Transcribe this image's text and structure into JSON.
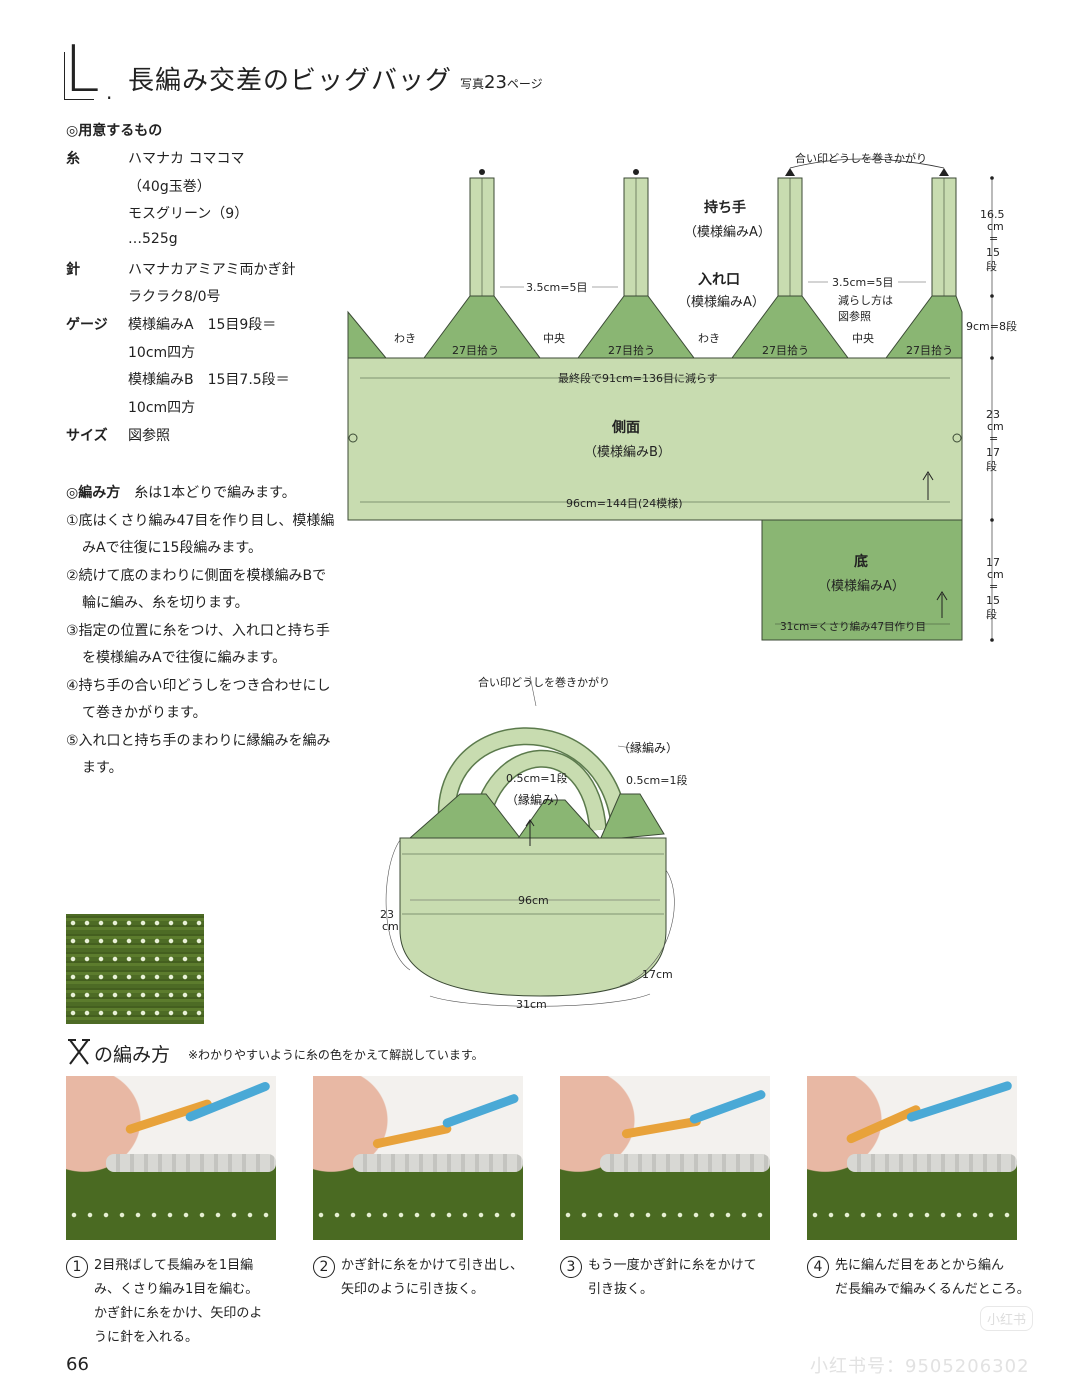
{
  "header": {
    "letter": "L",
    "dot": ".",
    "title": "長編み交差のビッグバッグ",
    "photo_prefix": "写真",
    "photo_page": "23",
    "photo_suffix": "ページ"
  },
  "materials": {
    "heading": "◎用意するもの",
    "items": [
      {
        "label": "糸",
        "lines": [
          "ハマナカ コマコマ",
          "（40g玉巻）",
          "モスグリーン（9）",
          "…525g"
        ]
      },
      {
        "label": "針",
        "lines": [
          "ハマナカアミアミ両かぎ針",
          "ラクラク8/0号"
        ]
      },
      {
        "label": "ゲージ",
        "lines": [
          "模様編みA　15目9段＝",
          "10cm四方",
          "模様編みB　15目7.5段＝",
          "10cm四方"
        ]
      },
      {
        "label": "サイズ",
        "lines": [
          "図参照"
        ]
      }
    ]
  },
  "method": {
    "heading": "◎編み方",
    "note": "糸は1本どりで編みます。",
    "steps": [
      "①底はくさり編み47目を作り目し、模様編みAで往復に15段編みます。",
      "②続けて底のまわりに側面を模様編みBで輪に編み、糸を切ります。",
      "③指定の位置に糸をつけ、入れ口と持ち手を模様編みAで往復に編みます。",
      "④持ち手の合い印どうしをつき合わせにして巻きかがります。",
      "⑤入れ口と持ち手のまわりに縁編みを編みます。"
    ]
  },
  "diagram": {
    "top_note": "合い印どうしを巻きかがり",
    "handle_label": "持ち手",
    "handle_pattern": "（模様編みA）",
    "opening_label": "入れ口",
    "opening_pattern": "（模様編みA）",
    "width_left": "3.5cm=5目",
    "width_right": "3.5cm=5目",
    "decrease_note_1": "減らし方は",
    "decrease_note_2": "図参照",
    "side_left": "わき",
    "side_mid": "わき",
    "center_1": "中央",
    "center_2": "中央",
    "pick_1": "27目拾う",
    "pick_2": "27目拾う",
    "pick_3": "27目拾う",
    "pick_4": "27目拾う",
    "last_row": "最終段で91cm=136目に減らす",
    "body_label": "側面",
    "body_pattern": "（模様編みB）",
    "body_width": "96cm=144目(24模様)",
    "base_label": "底",
    "base_pattern": "（模様編みA）",
    "base_width": "31cm=くさり編み47目作り目",
    "dim_handle": [
      "16.5",
      "cm",
      "=",
      "15",
      "段"
    ],
    "dim_opening": "9cm=8段",
    "dim_body": [
      "23",
      "cm",
      "=",
      "17",
      "段"
    ],
    "dim_base": [
      "17",
      "cm",
      "=",
      "15",
      "段"
    ]
  },
  "finished": {
    "top_note": "合い印どうしを巻きかがり",
    "edge_1": "（縁編み）",
    "edge_2": "0.5cm=1段",
    "edge_3": "（縁編み）",
    "edge_4": "0.5cm=1段",
    "width": "96cm",
    "height_1": "23",
    "height_2": "cm",
    "depth": "17cm",
    "base": "31cm"
  },
  "howto": {
    "title": "の編み方",
    "note": "※わかりやすいように糸の色をかえて解説しています。",
    "captions": [
      {
        "num": "1",
        "text": [
          "2目飛ばして長編みを1目編",
          "み、くさり編み1目を編む。",
          "かぎ針に糸をかけ、矢印のよ",
          "うに針を入れる。"
        ]
      },
      {
        "num": "2",
        "text": [
          "かぎ針に糸をかけて引き出し、",
          "矢印のように引き抜く。"
        ]
      },
      {
        "num": "3",
        "text": [
          "もう一度かぎ針に糸をかけて",
          "引き抜く。"
        ]
      },
      {
        "num": "4",
        "text": [
          "先に編んだ目をあとから編ん",
          "だ長編みで編みくるんだところ。"
        ]
      }
    ]
  },
  "page_number": "66",
  "watermark": "小红书号：9505206302",
  "watermark_logo": "小红书",
  "colors": {
    "fill_light": "#c8dcb0",
    "fill_dark": "#8ab673",
    "stroke": "#3b4a35",
    "yarn": "#4a6a22",
    "hook": "#e8a23a",
    "handle_blue": "#4aa9d6"
  }
}
